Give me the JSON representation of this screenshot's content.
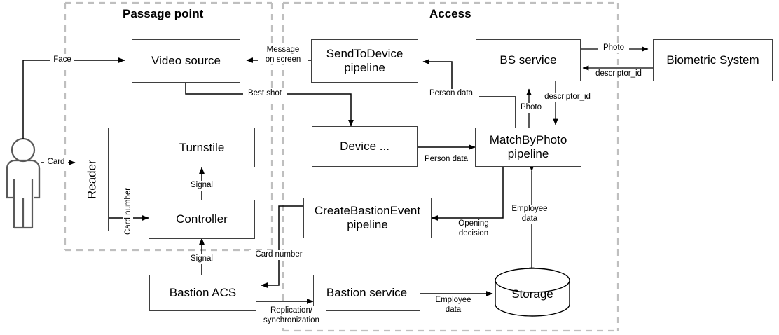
{
  "diagram": {
    "title_passage": "Passage point",
    "title_access": "Access",
    "zones": [
      {
        "name": "passage-point",
        "label": "Passage point"
      },
      {
        "name": "access",
        "label": "Access"
      }
    ],
    "nodes": [
      {
        "id": "actor",
        "label": "",
        "shape": "actor"
      },
      {
        "id": "reader",
        "label": "Reader",
        "shape": "rect-vertical"
      },
      {
        "id": "video-source",
        "label": "Video source",
        "shape": "rect"
      },
      {
        "id": "turnstile",
        "label": "Turnstile",
        "shape": "rect"
      },
      {
        "id": "controller",
        "label": "Controller",
        "shape": "rect"
      },
      {
        "id": "bastion-acs",
        "label": "Bastion ACS",
        "shape": "rect"
      },
      {
        "id": "send-to-device",
        "label": "SendToDevice\npipeline",
        "shape": "rect"
      },
      {
        "id": "device",
        "label": "Device ...",
        "shape": "rect"
      },
      {
        "id": "create-bastion-event",
        "label": "CreateBastionEvent\npipeline",
        "shape": "rect"
      },
      {
        "id": "bastion-service",
        "label": "Bastion service",
        "shape": "rect"
      },
      {
        "id": "bs-service",
        "label": "BS service",
        "shape": "rect"
      },
      {
        "id": "match-by-photo",
        "label": "MatchByPhoto\npipeline",
        "shape": "rect"
      },
      {
        "id": "storage",
        "label": "Storage",
        "shape": "cylinder"
      },
      {
        "id": "biometric-system",
        "label": "Biometric System",
        "shape": "rect"
      }
    ],
    "edges": [
      {
        "id": "actor-to-video",
        "label": "Face",
        "from": "actor",
        "to": "video-source"
      },
      {
        "id": "actor-to-reader",
        "label": "Card",
        "from": "actor",
        "to": "reader"
      },
      {
        "id": "send-to-video",
        "label": "Message\non screen",
        "from": "send-to-device",
        "to": "video-source"
      },
      {
        "id": "video-to-device",
        "label": "Best shot",
        "from": "video-source",
        "to": "device"
      },
      {
        "id": "reader-to-controller",
        "label": "Card number",
        "from": "reader",
        "to": "controller"
      },
      {
        "id": "controller-to-turnstile",
        "label": "Signal",
        "from": "controller",
        "to": "turnstile"
      },
      {
        "id": "acs-to-controller",
        "label": "Signal",
        "from": "bastion-acs",
        "to": "controller"
      },
      {
        "id": "controller-to-cbe",
        "label": "Card number",
        "from": "controller",
        "to": "bastion-acs"
      },
      {
        "id": "acs-bastion-service",
        "label": "Replication/\nsynchronization",
        "from": "bastion-acs",
        "to": "bastion-service"
      },
      {
        "id": "device-to-match",
        "label": "Person data",
        "from": "device",
        "to": "match-by-photo"
      },
      {
        "id": "match-to-send",
        "label": "Person data",
        "from": "match-by-photo",
        "to": "send-to-device"
      },
      {
        "id": "match-to-bs-photo",
        "label": "Photo",
        "from": "match-by-photo",
        "to": "bs-service"
      },
      {
        "id": "bs-to-match-descriptor",
        "label": "descriptor_id",
        "from": "bs-service",
        "to": "match-by-photo"
      },
      {
        "id": "bs-to-biometric-photo",
        "label": "Photo",
        "from": "bs-service",
        "to": "biometric-system"
      },
      {
        "id": "biometric-to-bs",
        "label": "descriptor_id",
        "from": "biometric-system",
        "to": "bs-service"
      },
      {
        "id": "match-to-cbe",
        "label": "Opening\ndecision",
        "from": "match-by-photo",
        "to": "create-bastion-event"
      },
      {
        "id": "match-storage",
        "label": "Employee\ndata",
        "from": "match-by-photo",
        "to": "storage"
      },
      {
        "id": "bastion-service-storage",
        "label": "Employee\ndata",
        "from": "bastion-service",
        "to": "storage"
      }
    ],
    "colors": {
      "stroke": "#3f3f3f",
      "line": "#000000",
      "dashed_boundary": "#bfbfbf",
      "background": "#ffffff"
    }
  }
}
